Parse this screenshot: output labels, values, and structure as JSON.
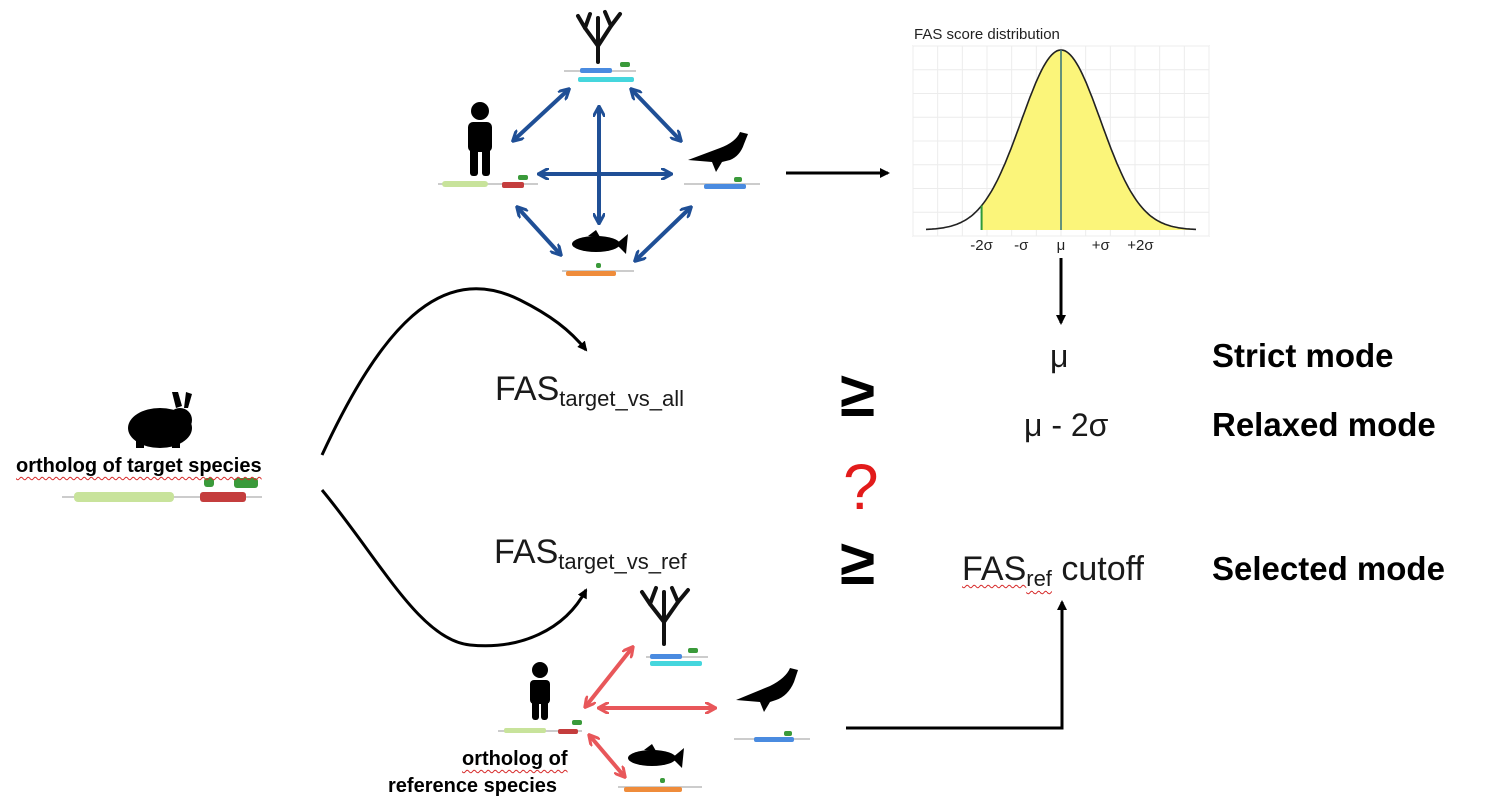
{
  "fas_all": {
    "base": "FAS",
    "sub": "target_vs_all"
  },
  "fas_ref": {
    "base": "FAS",
    "sub": "target_vs_ref"
  },
  "fas_cutoff": {
    "base": "FAS",
    "sub": "ref",
    "suffix": " cutoff"
  },
  "relations": {
    "ge_top": "≥",
    "ge_bottom": "≥",
    "question": "?"
  },
  "thresholds": {
    "strict": "μ",
    "relaxed": "μ - 2σ"
  },
  "modes": {
    "strict": "Strict mode",
    "relaxed": "Relaxed mode",
    "selected": "Selected mode"
  },
  "labels": {
    "target": "ortholog of target species",
    "reference_line1": "ortholog of",
    "reference_line2": "reference species"
  },
  "chart_data": {
    "type": "area",
    "title": "FAS score distribution",
    "x_tick_labels": [
      "-2σ",
      "-σ",
      "μ",
      "+σ",
      "+2σ"
    ],
    "x_tick_values": [
      -2,
      -1,
      0,
      1,
      2
    ],
    "xlim": [
      -3.4,
      3.4
    ],
    "shaded_from": -2,
    "grid": true,
    "colors": {
      "fill": "#fbf57a",
      "curve": "#222222",
      "mean_line": "#3f7a7a",
      "lower_line": "#2e9a3a"
    }
  },
  "colors": {
    "blue_arrow": "#1f4f96",
    "red_arrow": "#e8575a",
    "black": "#000000"
  }
}
